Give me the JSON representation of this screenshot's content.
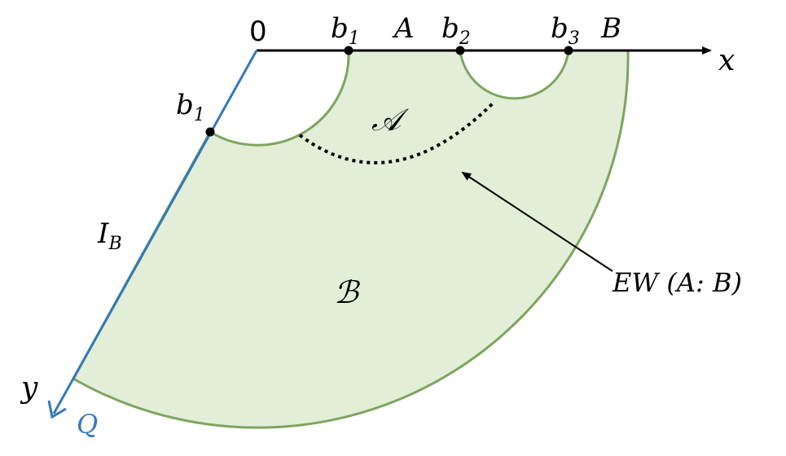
{
  "labels": {
    "origin": "0",
    "b1_top": "b",
    "b1_top_sub": "1",
    "A_top": "A",
    "b2": "b",
    "b2_sub": "2",
    "b3": "b",
    "b3_sub": "3",
    "B_top": "B",
    "x_axis": "x",
    "y_axis": "y",
    "Q": "Q",
    "b1_side": "b",
    "b1_side_sub": "1",
    "I_B": "I",
    "I_B_sub": "B",
    "region_A": "𝒜",
    "region_B": "ℬ",
    "EW": "EW (A: B)"
  },
  "colors": {
    "region_fill": "#e2eed8",
    "region_stroke": "#7ea55e",
    "brane": "#3579b8",
    "axis": "#000000",
    "Q_label": "#3579b8"
  }
}
